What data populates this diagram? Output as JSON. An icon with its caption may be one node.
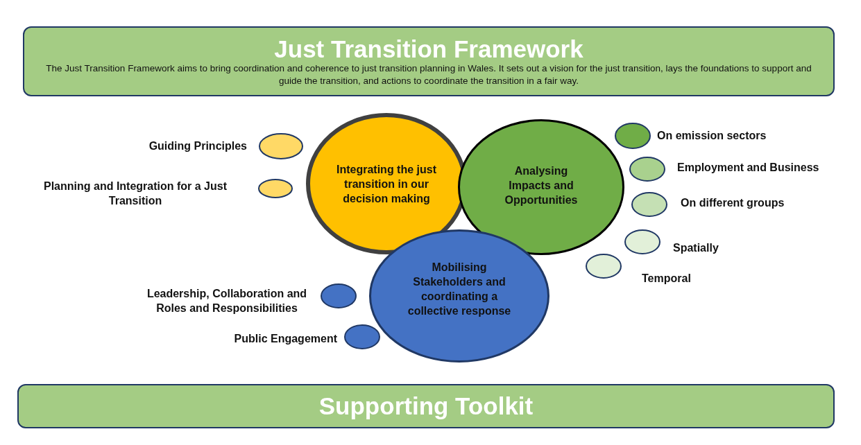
{
  "diagram": {
    "nodes": [
      {
        "text": [
          "Just Transition Framework",
          "The Just Transition Framework aims to bring coordination and coherence to just transition planning in Wales. It sets out a vision for the just transition, lays the foundations to support and guide the transition, and actions to coordinate the transition in a fair way."
        ]
      },
      {
        "text": [
          "Integrating the just transition in our decision making"
        ]
      },
      {
        "text": [
          "Analysing Impacts and Opportunities"
        ]
      },
      {
        "text": [
          "Mobilising Stakeholders and coordinating a collective response"
        ]
      },
      {
        "text": [],
        "shape": "circle",
        "beside": [
          "Guiding Principles"
        ]
      },
      {
        "text": [],
        "shape": "circle",
        "beside": [
          "Planning and Integration for a Just Transition"
        ]
      },
      {
        "text": [],
        "shape": "circle",
        "beside": [
          "On emission sectors"
        ]
      },
      {
        "text": [],
        "shape": "circle",
        "beside": [
          "Employment and Business"
        ]
      },
      {
        "text": [],
        "shape": "circle",
        "beside": [
          "On different groups"
        ]
      },
      {
        "text": [],
        "shape": "circle",
        "beside": [
          "Spatially"
        ]
      },
      {
        "text": [],
        "shape": "circle",
        "beside": [
          "Temporal"
        ]
      },
      {
        "text": [],
        "shape": "circle",
        "beside": [
          "Leadership, Collaboration and Roles and Responsibilities"
        ]
      },
      {
        "text": [],
        "shape": "circle",
        "beside": [
          "Public Engagement"
        ]
      },
      {
        "text": [
          "Supporting Toolkit"
        ]
      }
    ]
  }
}
